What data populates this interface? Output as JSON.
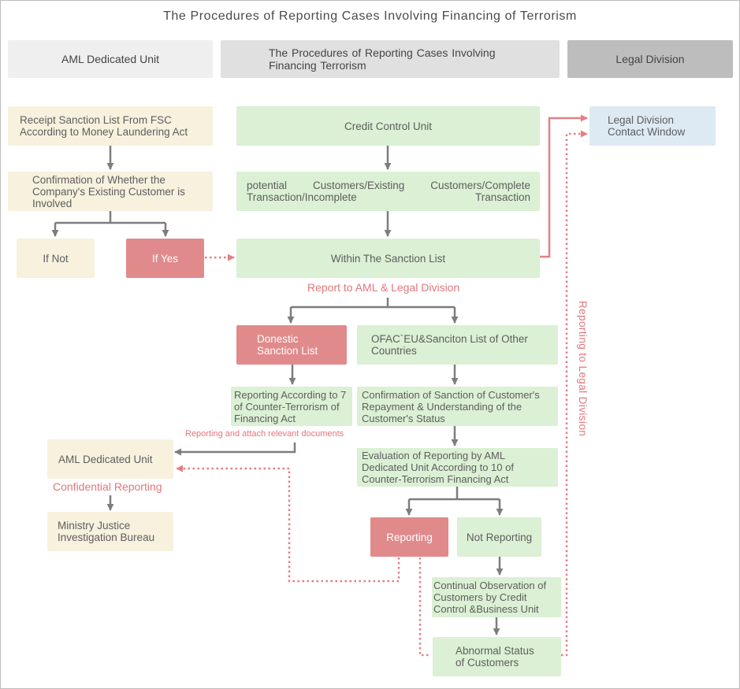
{
  "title": "The Procedures of Reporting Cases Involving Financing of Terrorism",
  "columns": {
    "aml": "AML Dedicated Unit",
    "middle": "The Procedures of Reporting Cases Involving Financing Terrorism",
    "legal": "Legal Division"
  },
  "nodes": {
    "receipt": "Receipt Sanction List From FSC According to Money Laundering Act",
    "confirmation": "Confirmation of Whether the Company's Existing Customer is Involved",
    "if_not": "If Not",
    "if_yes": "If Yes",
    "credit_control": "Credit Control Unit",
    "potential": "potential Customers/Existing Customers/Complete Transaction/Incomplete Transaction",
    "within": "Within The Sanction List",
    "legal_contact": "Legal Division Contact Window",
    "domestic": "Donestic Sanction List",
    "ofac": "OFAC`EU&Sanciton List of Other Countries",
    "reporting_7": "Reporting According to 7 of Counter-Terrorism of Financing Act",
    "confirm_sanction": "Confirmation of Sanction of Customer's Repayment & Understanding of the Customer's Status",
    "evaluation": "Evaluation of Reporting by AML Dedicated Unit According to 10 of Counter-Terrorism Financing Act",
    "aml_unit": "AML Dedicated Unit",
    "ministry": "Ministry Justice Investigation Bureau",
    "reporting": "Reporting",
    "not_reporting": "Not Reporting",
    "continual": "Continual Observation of Customers by Credit Control &Business Unit",
    "abnormal": "Abnormal Status of Customers"
  },
  "labels": {
    "report_to": "Report to AML & Legal Division",
    "attach": "Reporting and attach relevant documents",
    "confidential": "Confidential Reporting",
    "reporting_legal": "Reporting to Legal Division"
  },
  "colors": {
    "beige": "#f7f1de",
    "green": "#dbf0d4",
    "red": "#e08a8c",
    "blue": "#ddeaf4",
    "arrow_gray": "#7d7d7d",
    "arrow_pink": "#e57f82"
  }
}
